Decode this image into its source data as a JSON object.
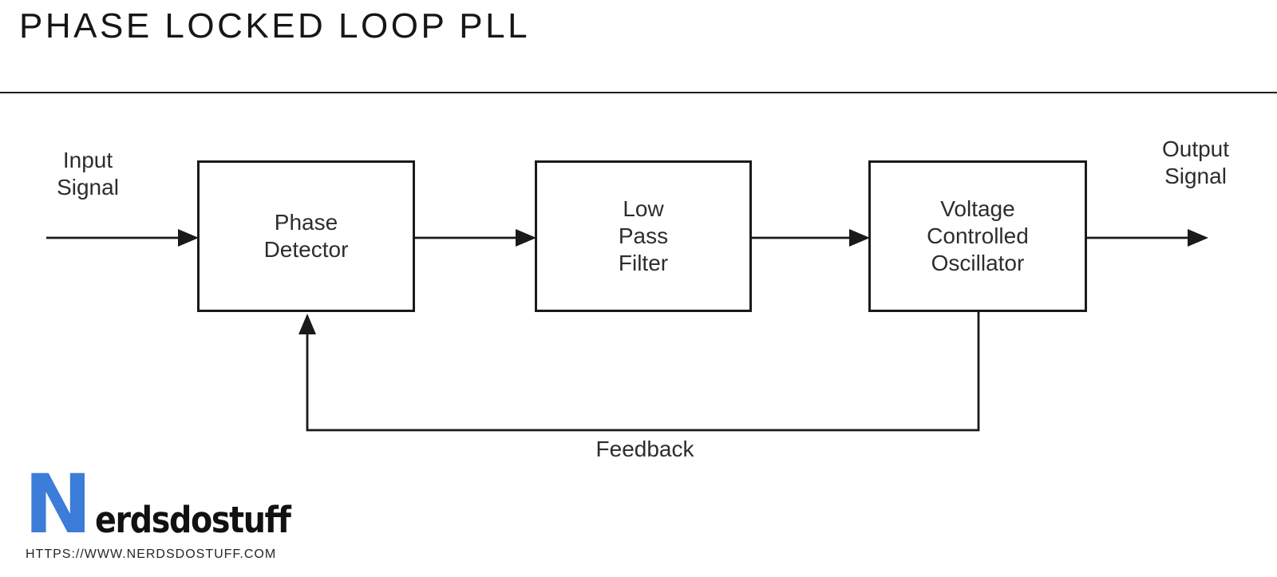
{
  "title": "PHASE LOCKED LOOP PLL",
  "diagram": {
    "blocks": [
      {
        "id": "phase-detector",
        "lines": [
          "Phase",
          "Detector"
        ]
      },
      {
        "id": "low-pass-filter",
        "lines": [
          "Low",
          "Pass",
          "Filter"
        ]
      },
      {
        "id": "voltage-controlled-oscillator",
        "lines": [
          "Voltage",
          "Controlled",
          "Oscillator"
        ]
      }
    ],
    "input_label": {
      "line1": "Input",
      "line2": "Signal"
    },
    "output_label": {
      "line1": "Output",
      "line2": "Signal"
    },
    "feedback_label": "Feedback",
    "line_color": "#1a1a1a"
  },
  "branding": {
    "logo_initial": "N",
    "logo_text": "erdsdostuff",
    "website": "HTTPS://WWW.NERDSDOSTUFF.COM",
    "logo_blue": "#3b7dd8"
  }
}
